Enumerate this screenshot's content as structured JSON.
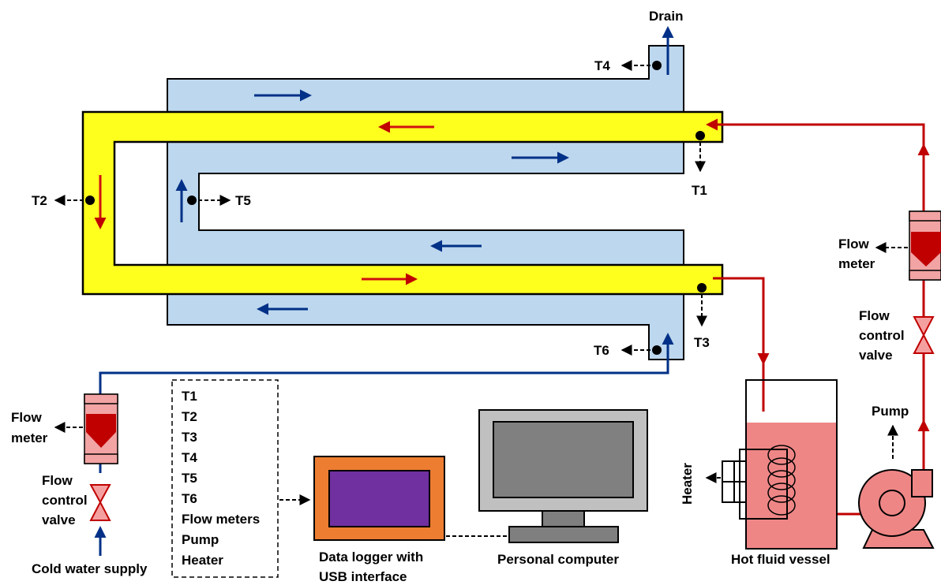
{
  "sensors": {
    "t1": "T1",
    "t2": "T2",
    "t3": "T3",
    "t4": "T4",
    "t5": "T5",
    "t6": "T6"
  },
  "labels": {
    "drain": "Drain",
    "flow_meter_line1": "Flow",
    "flow_meter_line2": "meter",
    "flow_control_line1": "Flow",
    "flow_control_line2": "control",
    "flow_control_line3": "valve",
    "cold_water_supply": "Cold water supply",
    "data_logger_line1": "Data logger with",
    "data_logger_line2": "USB interface",
    "personal_computer": "Personal computer",
    "hot_fluid_vessel": "Hot fluid vessel",
    "pump": "Pump",
    "heater": "Heater"
  },
  "signal_list": [
    "T1",
    "T2",
    "T3",
    "T4",
    "T5",
    "T6",
    "Flow meters",
    "Pump",
    "Heater"
  ],
  "colors": {
    "hot_pipe": "#ffff1e",
    "cold_jacket": "#bdd7ee",
    "hot_line": "#c00000",
    "cold_line": "#003087",
    "hot_arrow": "#d01010",
    "vessel_fluid": "#ef8686",
    "meter_body": "#f2a3a3",
    "logger_frame": "#ed7d31",
    "logger_screen": "#7030a0",
    "monitor_frame": "#c0c0c0",
    "monitor_screen": "#808080"
  }
}
